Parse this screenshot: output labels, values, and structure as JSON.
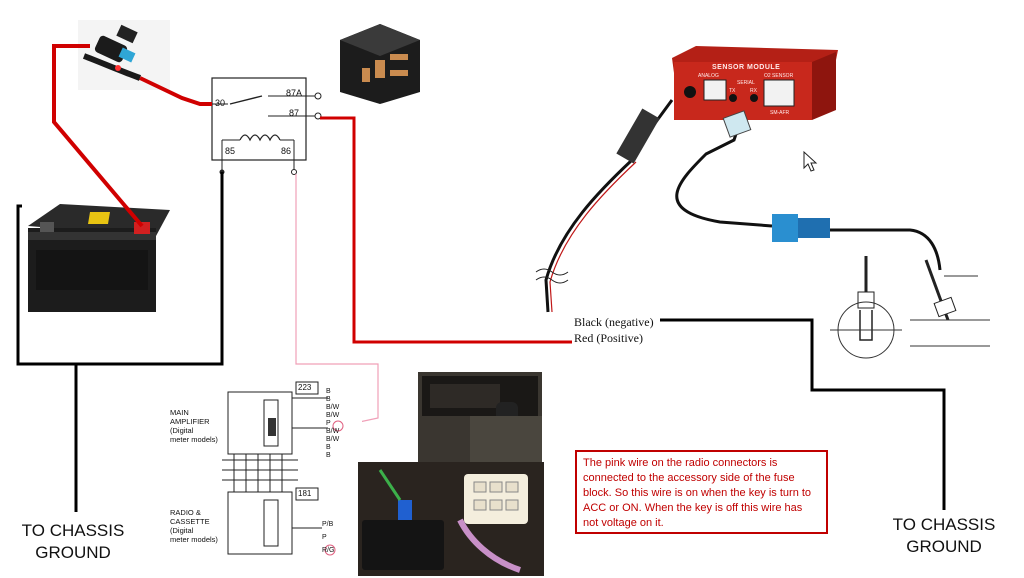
{
  "ground_labels": {
    "left": "TO CHASSIS\nGROUND",
    "right": "TO CHASSIS\nGROUND"
  },
  "relay_pins": {
    "p30": "30",
    "p87a": "87A",
    "p87": "87",
    "p85": "85",
    "p86": "86"
  },
  "wire_labels": {
    "black": "Black (negative)",
    "red": "Red (Positive)"
  },
  "note_text": "The pink wire on the radio connectors is connected to the accessory side of the fuse block. So this wire is on when the key is turn to ACC or ON. When the key is off this wire has not voltage on it.",
  "schematic": {
    "top_connector": "223",
    "bottom_connector": "181",
    "main_amp_label": "MAIN\nAMPLIFIER\n(Digital\nmeter models)",
    "radio_label": "RADIO &\nCASSETTE\n(Digital\nmeter models)",
    "top_pins": [
      "B",
      "B",
      "B/W",
      "B/W",
      "P",
      "B/W",
      "B/W",
      "B",
      "B"
    ],
    "bottom_pins": [
      "P/B",
      "P",
      "R/G"
    ]
  },
  "module": {
    "title": "SENSOR MODULE",
    "left_port": "ANALOG",
    "right_port": "O2 SENSOR",
    "tx": "TX",
    "serial": "SERIAL",
    "rx": "RX",
    "model": "SM-AFR"
  },
  "colors": {
    "power_wire": "#d00000",
    "ground_wire": "#000000",
    "signal_wire": "#f0a0b8",
    "note_border": "#c00000",
    "module_body": "#c8281c"
  }
}
